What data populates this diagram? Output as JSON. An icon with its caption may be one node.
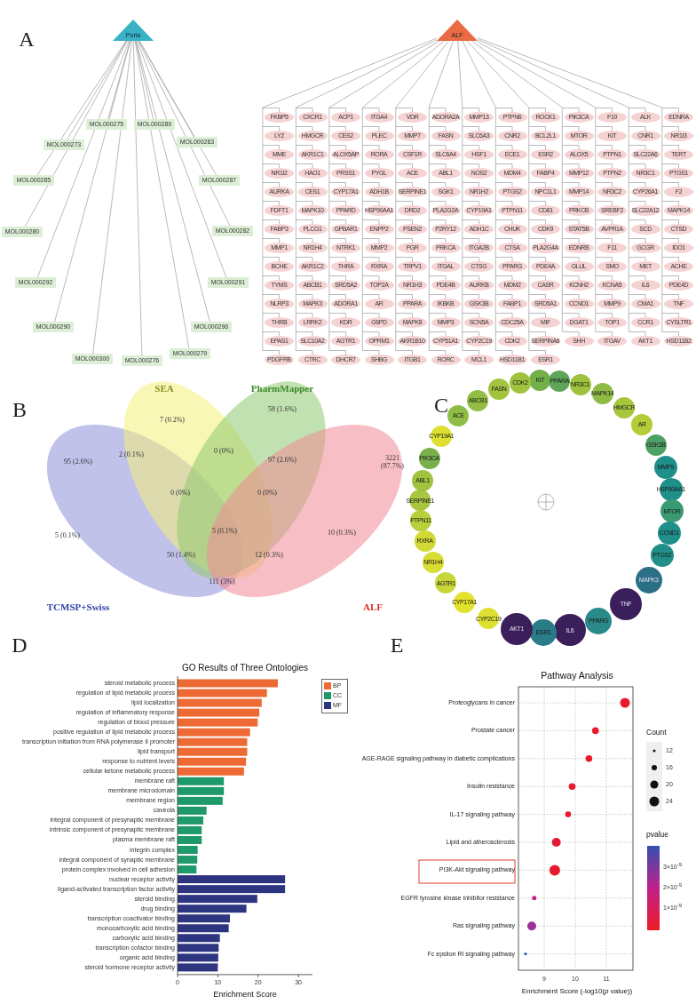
{
  "diagram": {
    "nodes": [
      {
        "text": [
          "Poria"
        ]
      },
      {
        "text": [
          "ALF"
        ]
      },
      {
        "text": [
          "MOL000275"
        ]
      },
      {
        "text": [
          "MOL000289"
        ]
      },
      {
        "text": [
          "MOL000273"
        ]
      },
      {
        "text": [
          "MOL000283"
        ]
      },
      {
        "text": [
          "MOL000285"
        ]
      },
      {
        "text": [
          "MOL000287"
        ]
      },
      {
        "text": [
          "MOL000280"
        ]
      },
      {
        "text": [
          "MOL000282"
        ]
      },
      {
        "text": [
          "MOL000292"
        ]
      },
      {
        "text": [
          "MOL000291"
        ]
      },
      {
        "text": [
          "MOL000290"
        ]
      },
      {
        "text": [
          "MOL000296"
        ]
      },
      {
        "text": [
          "MOL000300"
        ]
      },
      {
        "text": [
          "MOL000276"
        ]
      },
      {
        "text": [
          "MOL000279"
        ]
      },
      {
        "text": [
          "FKBP5"
        ]
      },
      {
        "text": [
          "CXCR1"
        ]
      },
      {
        "text": [
          "ACP1"
        ]
      },
      {
        "text": [
          "ITGA4"
        ]
      },
      {
        "text": [
          "VDR"
        ]
      },
      {
        "text": [
          "ADORA2A"
        ]
      },
      {
        "text": [
          "MMP13"
        ]
      },
      {
        "text": [
          "PTPN6"
        ]
      },
      {
        "text": [
          "ROCK1"
        ]
      },
      {
        "text": [
          "PIK3CA"
        ]
      },
      {
        "text": [
          "F10"
        ]
      },
      {
        "text": [
          "ALK"
        ]
      },
      {
        "text": [
          "EDNRA"
        ]
      },
      {
        "text": [
          "LYZ"
        ]
      },
      {
        "text": [
          "HMGCR"
        ]
      },
      {
        "text": [
          "CES2"
        ]
      },
      {
        "text": [
          "PLEC"
        ]
      },
      {
        "text": [
          "MMP7"
        ]
      },
      {
        "text": [
          "FASN"
        ]
      },
      {
        "text": [
          "SLC6A3"
        ]
      },
      {
        "text": [
          "CNR2"
        ]
      },
      {
        "text": [
          "BCL2L1"
        ]
      },
      {
        "text": [
          "MTOR"
        ]
      },
      {
        "text": [
          "KIT"
        ]
      },
      {
        "text": [
          "CNR1"
        ]
      },
      {
        "text": [
          "NR1I3"
        ]
      },
      {
        "text": [
          "MME"
        ]
      },
      {
        "text": [
          "AKR1C1"
        ]
      },
      {
        "text": [
          "ALOX5AP"
        ]
      },
      {
        "text": [
          "RORA"
        ]
      },
      {
        "text": [
          "CSF1R"
        ]
      },
      {
        "text": [
          "SLC6A4"
        ]
      },
      {
        "text": [
          "HSF1"
        ]
      },
      {
        "text": [
          "ECE1"
        ]
      },
      {
        "text": [
          "ESR2"
        ]
      },
      {
        "text": [
          "ALOX5"
        ]
      },
      {
        "text": [
          "PTPN1"
        ]
      },
      {
        "text": [
          "SLC22A6"
        ]
      },
      {
        "text": [
          "TERT"
        ]
      },
      {
        "text": [
          "NR1I2"
        ]
      },
      {
        "text": [
          "HAO1"
        ]
      },
      {
        "text": [
          "PRSS1"
        ]
      },
      {
        "text": [
          "PYGL"
        ]
      },
      {
        "text": [
          "ACE"
        ]
      },
      {
        "text": [
          "ABL1"
        ]
      },
      {
        "text": [
          "NOS2"
        ]
      },
      {
        "text": [
          "MDM4"
        ]
      },
      {
        "text": [
          "FABP4"
        ]
      },
      {
        "text": [
          "MMP12"
        ]
      },
      {
        "text": [
          "PTPN2"
        ]
      },
      {
        "text": [
          "NR3C1"
        ]
      },
      {
        "text": [
          "PTGS1"
        ]
      },
      {
        "text": [
          "AURKA"
        ]
      },
      {
        "text": [
          "CES1"
        ]
      },
      {
        "text": [
          "CYP17A1"
        ]
      },
      {
        "text": [
          "ADH1B"
        ]
      },
      {
        "text": [
          "SERPINE1"
        ]
      },
      {
        "text": [
          "SGK1"
        ]
      },
      {
        "text": [
          "NR1H2"
        ]
      },
      {
        "text": [
          "PTGS2"
        ]
      },
      {
        "text": [
          "NPC1L1"
        ]
      },
      {
        "text": [
          "MMP14"
        ]
      },
      {
        "text": [
          "NR3C2"
        ]
      },
      {
        "text": [
          "CYP26A1"
        ]
      },
      {
        "text": [
          "F2"
        ]
      },
      {
        "text": [
          "FDFT1"
        ]
      },
      {
        "text": [
          "MAPK10"
        ]
      },
      {
        "text": [
          "PPARD"
        ]
      },
      {
        "text": [
          "HSP90AA1"
        ]
      },
      {
        "text": [
          "DRD2"
        ]
      },
      {
        "text": [
          "PLA2G2A"
        ]
      },
      {
        "text": [
          "CYP19A1"
        ]
      },
      {
        "text": [
          "PTPN11"
        ]
      },
      {
        "text": [
          "CD81"
        ]
      },
      {
        "text": [
          "PRKCB"
        ]
      },
      {
        "text": [
          "SREBF2"
        ]
      },
      {
        "text": [
          "SLC22A12"
        ]
      },
      {
        "text": [
          "MAPK14"
        ]
      },
      {
        "text": [
          "FABP3"
        ]
      },
      {
        "text": [
          "PLCG1"
        ]
      },
      {
        "text": [
          "GPBAR1"
        ]
      },
      {
        "text": [
          "ENPP2"
        ]
      },
      {
        "text": [
          "PSEN2"
        ]
      },
      {
        "text": [
          "P2RY12"
        ]
      },
      {
        "text": [
          "ADH1C"
        ]
      },
      {
        "text": [
          "CHUK"
        ]
      },
      {
        "text": [
          "CDK9"
        ]
      },
      {
        "text": [
          "STAT5B"
        ]
      },
      {
        "text": [
          "AVPR1A"
        ]
      },
      {
        "text": [
          "SCD"
        ]
      },
      {
        "text": [
          "CTSD"
        ]
      },
      {
        "text": [
          "MMP1"
        ]
      },
      {
        "text": [
          "NR1H4"
        ]
      },
      {
        "text": [
          "NTRK1"
        ]
      },
      {
        "text": [
          "MMP2"
        ]
      },
      {
        "text": [
          "PGR"
        ]
      },
      {
        "text": [
          "PRKCA"
        ]
      },
      {
        "text": [
          "ITGA2B"
        ]
      },
      {
        "text": [
          "CTSA"
        ]
      },
      {
        "text": [
          "PLA2G4A"
        ]
      },
      {
        "text": [
          "EDNRB"
        ]
      },
      {
        "text": [
          "F11"
        ]
      },
      {
        "text": [
          "GCGR"
        ]
      },
      {
        "text": [
          "IDO1"
        ]
      },
      {
        "text": [
          "BCHE"
        ]
      },
      {
        "text": [
          "AKR1C2"
        ]
      },
      {
        "text": [
          "THRA"
        ]
      },
      {
        "text": [
          "RXRA"
        ]
      },
      {
        "text": [
          "TRPV1"
        ]
      },
      {
        "text": [
          "ITGAL"
        ]
      },
      {
        "text": [
          "CTSG"
        ]
      },
      {
        "text": [
          "PPARG"
        ]
      },
      {
        "text": [
          "PDE4A"
        ]
      },
      {
        "text": [
          "GLUL"
        ]
      },
      {
        "text": [
          "SMO"
        ]
      },
      {
        "text": [
          "MET"
        ]
      },
      {
        "text": [
          "ACHE"
        ]
      },
      {
        "text": [
          "TYMS"
        ]
      },
      {
        "text": [
          "ABCB1"
        ]
      },
      {
        "text": [
          "SRD5A2"
        ]
      },
      {
        "text": [
          "TOP2A"
        ]
      },
      {
        "text": [
          "NR1H3"
        ]
      },
      {
        "text": [
          "PDE4B"
        ]
      },
      {
        "text": [
          "AURKB"
        ]
      },
      {
        "text": [
          "MDM2"
        ]
      },
      {
        "text": [
          "CASR"
        ]
      },
      {
        "text": [
          "KCNH2"
        ]
      },
      {
        "text": [
          "KCNA5"
        ]
      },
      {
        "text": [
          "IL6"
        ]
      },
      {
        "text": [
          "PDE4D"
        ]
      },
      {
        "text": [
          "NLRP3"
        ]
      },
      {
        "text": [
          "MAPK3"
        ]
      },
      {
        "text": [
          "ADORA1"
        ]
      },
      {
        "text": [
          "AR"
        ]
      },
      {
        "text": [
          "PPARA"
        ]
      },
      {
        "text": [
          "IKBKB"
        ]
      },
      {
        "text": [
          "GSK3B"
        ]
      },
      {
        "text": [
          "FABP1"
        ]
      },
      {
        "text": [
          "SRD5A1"
        ]
      },
      {
        "text": [
          "CCND1"
        ]
      },
      {
        "text": [
          "MMP9"
        ]
      },
      {
        "text": [
          "CMA1"
        ]
      },
      {
        "text": [
          "TNF"
        ]
      },
      {
        "text": [
          "THRB"
        ]
      },
      {
        "text": [
          "LRRK2"
        ]
      },
      {
        "text": [
          "KDR"
        ]
      },
      {
        "text": [
          "G6PD"
        ]
      },
      {
        "text": [
          "MAPK8"
        ]
      },
      {
        "text": [
          "MMP3"
        ]
      },
      {
        "text": [
          "SCN5A"
        ]
      },
      {
        "text": [
          "CDC25A"
        ]
      },
      {
        "text": [
          "MIF"
        ]
      },
      {
        "text": [
          "DGAT1"
        ]
      },
      {
        "text": [
          "TOP1"
        ]
      },
      {
        "text": [
          "CCR1"
        ]
      },
      {
        "text": [
          "CYSLTR1"
        ]
      },
      {
        "text": [
          "EPAS1"
        ]
      },
      {
        "text": [
          "SLC10A2"
        ]
      },
      {
        "text": [
          "AGTR1"
        ]
      },
      {
        "text": [
          "OPRM1"
        ]
      },
      {
        "text": [
          "AKR1B10"
        ]
      },
      {
        "text": [
          "CYP51A1"
        ]
      },
      {
        "text": [
          "CYP2C19"
        ]
      },
      {
        "text": [
          "CDK2"
        ]
      },
      {
        "text": [
          "SERPINA6"
        ]
      },
      {
        "text": [
          "SHH"
        ]
      },
      {
        "text": [
          "ITGAV"
        ]
      },
      {
        "text": [
          "AKT1"
        ]
      },
      {
        "text": [
          "HSD11B2"
        ]
      },
      {
        "text": [
          "PDGFRB"
        ]
      },
      {
        "text": [
          "CTRC"
        ]
      },
      {
        "text": [
          "DHCR7"
        ]
      },
      {
        "text": [
          "SHBG"
        ]
      },
      {
        "text": [
          "ITGB1"
        ]
      },
      {
        "text": [
          "RORC"
        ]
      },
      {
        "text": [
          "MCL1"
        ]
      },
      {
        "text": [
          "HSD11B1"
        ]
      },
      {
        "text": [
          "ESR1"
        ]
      },
      {
        "text": [
          "KIT"
        ]
      },
      {
        "text": [
          "PPARA"
        ]
      },
      {
        "text": [
          "NR3C1"
        ]
      },
      {
        "text": [
          "MAPK14"
        ]
      },
      {
        "text": [
          "HMGCR"
        ]
      },
      {
        "text": [
          "AR"
        ]
      },
      {
        "text": [
          "GSK3B"
        ]
      },
      {
        "text": [
          "MMP9"
        ]
      },
      {
        "text": [
          "HSP90AA1"
        ]
      },
      {
        "text": [
          "MTOR"
        ]
      },
      {
        "text": [
          "CCND1"
        ]
      },
      {
        "text": [
          "PTGS2"
        ]
      },
      {
        "text": [
          "MAPK3"
        ]
      },
      {
        "text": [
          "TNF"
        ]
      },
      {
        "text": [
          "PPARG"
        ]
      },
      {
        "text": [
          "IL6"
        ]
      },
      {
        "text": [
          "ESR1"
        ]
      },
      {
        "text": [
          "AKT1"
        ]
      },
      {
        "text": [
          "CYP2C19"
        ]
      },
      {
        "text": [
          "CYP17A1"
        ]
      },
      {
        "text": [
          "AGTR1"
        ]
      },
      {
        "text": [
          "NR1H4"
        ]
      },
      {
        "text": [
          "RXRA"
        ]
      },
      {
        "text": [
          "PTPN11"
        ]
      },
      {
        "text": [
          "SERPINE1"
        ]
      },
      {
        "text": [
          "ABL1"
        ]
      },
      {
        "text": [
          "PIK3CA"
        ]
      },
      {
        "text": [
          "CYP19A1"
        ]
      },
      {
        "text": [
          "ACE"
        ]
      },
      {
        "text": [
          "ABCB1"
        ]
      },
      {
        "text": [
          "FASN"
        ]
      },
      {
        "text": [
          "CDK2"
        ]
      }
    ],
    "edges": [
      {
        "from": 0,
        "to": 2,
        "arrow": "none"
      },
      {
        "from": 0,
        "to": 3,
        "arrow": "none"
      },
      {
        "from": 0,
        "to": 4,
        "arrow": "none"
      },
      {
        "from": 0,
        "to": 5,
        "arrow": "none"
      },
      {
        "from": 0,
        "to": 6,
        "arrow": "none"
      },
      {
        "from": 0,
        "to": 7,
        "arrow": "none"
      },
      {
        "from": 0,
        "to": 8,
        "arrow": "none"
      },
      {
        "from": 0,
        "to": 9,
        "arrow": "none"
      },
      {
        "from": 0,
        "to": 10,
        "arrow": "none"
      },
      {
        "from": 0,
        "to": 11,
        "arrow": "none"
      },
      {
        "from": 0,
        "to": 12,
        "arrow": "none"
      },
      {
        "from": 0,
        "to": 13,
        "arrow": "none"
      },
      {
        "from": 0,
        "to": 14,
        "arrow": "none"
      },
      {
        "from": 0,
        "to": 15,
        "arrow": "none"
      },
      {
        "from": 0,
        "to": 16,
        "arrow": "none"
      },
      {
        "from": 1,
        "to": 17,
        "arrow": "none"
      },
      {
        "from": 1,
        "to": 18,
        "arrow": "none"
      },
      {
        "from": 1,
        "to": 19,
        "arrow": "none"
      },
      {
        "from": 1,
        "to": 20,
        "arrow": "none"
      },
      {
        "from": 1,
        "to": 21,
        "arrow": "none"
      },
      {
        "from": 1,
        "to": 22,
        "arrow": "none"
      },
      {
        "from": 1,
        "to": 23,
        "arrow": "none"
      },
      {
        "from": 1,
        "to": 24,
        "arrow": "none"
      },
      {
        "from": 1,
        "to": 25,
        "arrow": "none"
      },
      {
        "from": 1,
        "to": 26,
        "arrow": "none"
      },
      {
        "from": 1,
        "to": 27,
        "arrow": "none"
      },
      {
        "from": 1,
        "to": 28,
        "arrow": "none"
      },
      {
        "from": 1,
        "to": 29,
        "arrow": "none"
      },
      {
        "from": 1,
        "to": 30,
        "arrow": "none"
      },
      {
        "from": 1,
        "to": 31,
        "arrow": "none"
      },
      {
        "from": 1,
        "to": 32,
        "arrow": "none"
      },
      {
        "from": 1,
        "to": 33,
        "arrow": "none"
      },
      {
        "from": 1,
        "to": 34,
        "arrow": "none"
      },
      {
        "from": 1,
        "to": 35,
        "arrow": "none"
      },
      {
        "from": 1,
        "to": 36,
        "arrow": "none"
      },
      {
        "from": 1,
        "to": 37,
        "arrow": "none"
      },
      {
        "from": 1,
        "to": 38,
        "arrow": "none"
      },
      {
        "from": 1,
        "to": 39,
        "arrow": "none"
      },
      {
        "from": 1,
        "to": 40,
        "arrow": "none"
      },
      {
        "from": 1,
        "to": 41,
        "arrow": "none"
      },
      {
        "from": 1,
        "to": 42,
        "arrow": "none"
      },
      {
        "from": 1,
        "to": 43,
        "arrow": "none"
      },
      {
        "from": 1,
        "to": 44,
        "arrow": "none"
      },
      {
        "from": 1,
        "to": 45,
        "arrow": "none"
      },
      {
        "from": 1,
        "to": 46,
        "arrow": "none"
      },
      {
        "from": 1,
        "to": 47,
        "arrow": "none"
      },
      {
        "from": 1,
        "to": 48,
        "arrow": "none"
      },
      {
        "from": 1,
        "to": 49,
        "arrow": "none"
      },
      {
        "from": 1,
        "to": 50,
        "arrow": "none"
      },
      {
        "from": 1,
        "to": 51,
        "arrow": "none"
      },
      {
        "from": 1,
        "to": 52,
        "arrow": "none"
      },
      {
        "from": 1,
        "to": 53,
        "arrow": "none"
      },
      {
        "from": 1,
        "to": 54,
        "arrow": "none"
      },
      {
        "from": 1,
        "to": 55,
        "arrow": "none"
      },
      {
        "from": 1,
        "to": 56,
        "arrow": "none"
      },
      {
        "from": 1,
        "to": 57,
        "arrow": "none"
      },
      {
        "from": 1,
        "to": 58,
        "arrow": "none"
      },
      {
        "from": 1,
        "to": 59,
        "arrow": "none"
      },
      {
        "from": 1,
        "to": 60,
        "arrow": "none"
      },
      {
        "from": 1,
        "to": 61,
        "arrow": "none"
      },
      {
        "from": 1,
        "to": 62,
        "arrow": "none"
      },
      {
        "from": 1,
        "to": 63,
        "arrow": "none"
      },
      {
        "from": 1,
        "to": 64,
        "arrow": "none"
      },
      {
        "from": 1,
        "to": 65,
        "arrow": "none"
      },
      {
        "from": 1,
        "to": 66,
        "arrow": "none"
      },
      {
        "from": 1,
        "to": 67,
        "arrow": "none"
      },
      {
        "from": 1,
        "to": 68,
        "arrow": "none"
      },
      {
        "from": 1,
        "to": 69,
        "arrow": "none"
      },
      {
        "from": 1,
        "to": 70,
        "arrow": "none"
      },
      {
        "from": 1,
        "to": 71,
        "arrow": "none"
      },
      {
        "from": 1,
        "to": 72,
        "arrow": "none"
      },
      {
        "from": 1,
        "to": 73,
        "arrow": "none"
      },
      {
        "from": 1,
        "to": 74,
        "arrow": "none"
      },
      {
        "from": 1,
        "to": 75,
        "arrow": "none"
      },
      {
        "from": 1,
        "to": 76,
        "arrow": "none"
      },
      {
        "from": 1,
        "to": 77,
        "arrow": "none"
      },
      {
        "from": 1,
        "to": 78,
        "arrow": "none"
      },
      {
        "from": 1,
        "to": 79,
        "arrow": "none"
      },
      {
        "from": 1,
        "to": 80,
        "arrow": "none"
      },
      {
        "from": 1,
        "to": 81,
        "arrow": "none"
      },
      {
        "from": 1,
        "to": 82,
        "arrow": "none"
      },
      {
        "from": 1,
        "to": 83,
        "arrow": "none"
      },
      {
        "from": 1,
        "to": 84,
        "arrow": "none"
      },
      {
        "from": 1,
        "to": 85,
        "arrow": "none"
      },
      {
        "from": 1,
        "to": 86,
        "arrow": "none"
      },
      {
        "from": 1,
        "to": 87,
        "arrow": "none"
      },
      {
        "from": 1,
        "to": 88,
        "arrow": "none"
      },
      {
        "from": 1,
        "to": 89,
        "arrow": "none"
      },
      {
        "from": 1,
        "to": 90,
        "arrow": "none"
      },
      {
        "from": 1,
        "to": 91,
        "arrow": "none"
      },
      {
        "from": 1,
        "to": 92,
        "arrow": "none"
      },
      {
        "from": 1,
        "to": 93,
        "arrow": "none"
      },
      {
        "from": 1,
        "to": 94,
        "arrow": "none"
      },
      {
        "from": 1,
        "to": 95,
        "arrow": "none"
      },
      {
        "from": 1,
        "to": 96,
        "arrow": "none"
      },
      {
        "from": 1,
        "to": 97,
        "arrow": "none"
      },
      {
        "from": 1,
        "to": 98,
        "arrow": "none"
      },
      {
        "from": 1,
        "to": 99,
        "arrow": "none"
      },
      {
        "from": 1,
        "to": 100,
        "arrow": "none"
      },
      {
        "from": 1,
        "to": 101,
        "arrow": "none"
      },
      {
        "from": 1,
        "to": 102,
        "arrow": "none"
      },
      {
        "from": 1,
        "to": 103,
        "arrow": "none"
      },
      {
        "from": 1,
        "to": 104,
        "arrow": "none"
      },
      {
        "from": 1,
        "to": 105,
        "arrow": "none"
      },
      {
        "from": 1,
        "to": 106,
        "arrow": "none"
      },
      {
        "from": 1,
        "to": 107,
        "arrow": "none"
      },
      {
        "from": 1,
        "to": 108,
        "arrow": "none"
      },
      {
        "from": 1,
        "to": 109,
        "arrow": "none"
      },
      {
        "from": 1,
        "to": 110,
        "arrow": "none"
      },
      {
        "from": 1,
        "to": 111,
        "arrow": "none"
      },
      {
        "from": 1,
        "to": 112,
        "arrow": "none"
      },
      {
        "from": 1,
        "to": 113,
        "arrow": "none"
      },
      {
        "from": 1,
        "to": 114,
        "arrow": "none"
      },
      {
        "from": 1,
        "to": 115,
        "arrow": "none"
      },
      {
        "from": 1,
        "to": 116,
        "arrow": "none"
      },
      {
        "from": 1,
        "to": 117,
        "arrow": "none"
      },
      {
        "from": 1,
        "to": 118,
        "arrow": "none"
      },
      {
        "from": 1,
        "to": 119,
        "arrow": "none"
      },
      {
        "from": 1,
        "to": 120,
        "arrow": "none"
      },
      {
        "from": 1,
        "to": 121,
        "arrow": "none"
      },
      {
        "from": 1,
        "to": 122,
        "arrow": "none"
      },
      {
        "from": 1,
        "to": 123,
        "arrow": "none"
      },
      {
        "from": 1,
        "to": 124,
        "arrow": "none"
      },
      {
        "from": 1,
        "to": 125,
        "arrow": "none"
      },
      {
        "from": 1,
        "to": 126,
        "arrow": "none"
      },
      {
        "from": 1,
        "to": 127,
        "arrow": "none"
      },
      {
        "from": 1,
        "to": 128,
        "arrow": "none"
      },
      {
        "from": 1,
        "to": 129,
        "arrow": "none"
      },
      {
        "from": 1,
        "to": 130,
        "arrow": "none"
      },
      {
        "from": 1,
        "to": 131,
        "arrow": "none"
      },
      {
        "from": 1,
        "to": 132,
        "arrow": "none"
      },
      {
        "from": 1,
        "to": 133,
        "arrow": "none"
      },
      {
        "from": 1,
        "to": 134,
        "arrow": "none"
      },
      {
        "from": 1,
        "to": 135,
        "arrow": "none"
      },
      {
        "from": 1,
        "to": 136,
        "arrow": "none"
      },
      {
        "from": 1,
        "to": 137,
        "arrow": "none"
      },
      {
        "from": 1,
        "to": 138,
        "arrow": "none"
      },
      {
        "from": 1,
        "to": 139,
        "arrow": "none"
      },
      {
        "from": 1,
        "to": 140,
        "arrow": "none"
      },
      {
        "from": 1,
        "to": 141,
        "arrow": "none"
      },
      {
        "from": 1,
        "to": 142,
        "arrow": "none"
      },
      {
        "from": 1,
        "to": 143,
        "arrow": "none"
      },
      {
        "from": 1,
        "to": 144,
        "arrow": "none"
      },
      {
        "from": 1,
        "to": 145,
        "arrow": "none"
      },
      {
        "from": 1,
        "to": 146,
        "arrow": "none"
      },
      {
        "from": 1,
        "to": 147,
        "arrow": "none"
      },
      {
        "from": 1,
        "to": 148,
        "arrow": "none"
      },
      {
        "from": 1,
        "to": 149,
        "arrow": "none"
      },
      {
        "from": 1,
        "to": 150,
        "arrow": "none"
      },
      {
        "from": 1,
        "to": 151,
        "arrow": "none"
      },
      {
        "from": 1,
        "to": 152,
        "arrow": "none"
      },
      {
        "from": 1,
        "to": 153,
        "arrow": "none"
      },
      {
        "from": 1,
        "to": 154,
        "arrow": "none"
      },
      {
        "from": 1,
        "to": 155,
        "arrow": "none"
      },
      {
        "from": 1,
        "to": 156,
        "arrow": "none"
      },
      {
        "from": 1,
        "to": 157,
        "arrow": "none"
      },
      {
        "from": 1,
        "to": 158,
        "arrow": "none"
      },
      {
        "from": 1,
        "to": 159,
        "arrow": "none"
      },
      {
        "from": 1,
        "to": 160,
        "arrow": "none"
      },
      {
        "from": 1,
        "to": 161,
        "arrow": "none"
      },
      {
        "from": 1,
        "to": 162,
        "arrow": "none"
      },
      {
        "from": 1,
        "to": 163,
        "arrow": "none"
      },
      {
        "from": 1,
        "to": 164,
        "arrow": "none"
      },
      {
        "from": 1,
        "to": 165,
        "arrow": "none"
      },
      {
        "from": 1,
        "to": 166,
        "arrow": "none"
      },
      {
        "from": 1,
        "to": 167,
        "arrow": "none"
      },
      {
        "from": 1,
        "to": 168,
        "arrow": "none"
      },
      {
        "from": 1,
        "to": 169,
        "arrow": "none"
      },
      {
        "from": 1,
        "to": 170,
        "arrow": "none"
      },
      {
        "from": 1,
        "to": 171,
        "arrow": "none"
      },
      {
        "from": 1,
        "to": 172,
        "arrow": "none"
      },
      {
        "from": 1,
        "to": 173,
        "arrow": "none"
      },
      {
        "from": 1,
        "to": 174,
        "arrow": "none"
      },
      {
        "from": 1,
        "to": 175,
        "arrow": "none"
      },
      {
        "from": 1,
        "to": 176,
        "arrow": "none"
      },
      {
        "from": 1,
        "to": 177,
        "arrow": "none"
      },
      {
        "from": 1,
        "to": 178,
        "arrow": "none"
      },
      {
        "from": 1,
        "to": 179,
        "arrow": "none"
      },
      {
        "from": 1,
        "to": 180,
        "arrow": "none"
      },
      {
        "from": 1,
        "to": 181,
        "arrow": "none"
      },
      {
        "from": 1,
        "to": 182,
        "arrow": "none"
      },
      {
        "from": 1,
        "to": 183,
        "arrow": "none"
      },
      {
        "from": 1,
        "to": 184,
        "arrow": "none"
      },
      {
        "from": 1,
        "to": 185,
        "arrow": "none"
      },
      {
        "from": 1,
        "to": 186,
        "arrow": "none"
      },
      {
        "from": 1,
        "to": 187,
        "arrow": "none"
      },
      {
        "from": 1,
        "to": 188,
        "arrow": "none"
      },
      {
        "from": 1,
        "to": 189,
        "arrow": "none"
      },
      {
        "from": 1,
        "to": 190,
        "arrow": "none"
      },
      {
        "from": 1,
        "to": 191,
        "arrow": "none"
      },
      {
        "from": 1,
        "to": 192,
        "arrow": "none"
      },
      {
        "from": 1,
        "to": 193,
        "arrow": "none"
      },
      {
        "from": 1,
        "to": 194,
        "arrow": "none"
      }
    ],
    "labels": [
      "A",
      "B",
      "SEA",
      "PharmMapper",
      "C",
      "7 (0.2%)",
      "58 (1.6%)",
      "95 (2.6%)",
      "2 (0.1%)",
      "0 (0%)",
      "97 (2.6%)",
      "3221 (87.7%)",
      "0 (0%)",
      "0 (0%)",
      "5 (0.1%)",
      "5 (0.1%)",
      "10 (0.3%)",
      "50 (1.4%)",
      "12 (0.3%)",
      "111 (3%)",
      "TCMSP+Swiss",
      "ALF",
      "D",
      "E",
      "Pathway Analysis",
      "Proteoglycans in cancer",
      "Prostate cancer",
      "AGE-RAGE signaling pathway in diabetic complications",
      "Insulin resistance",
      "IL-17 signaling pathway",
      "Lipid and atherosclerosis",
      "PI3K-Akt signaling pathway",
      "EGFR tyrosine kinase inhibitor resistance",
      "Ras signaling pathway",
      "Fc epsilon RI signaling pathway",
      "9",
      "10",
      "11",
      "Enrichment Score (-log10(*p* value))",
      "Count",
      "pvalue",
      "3×10$^{-9}$",
      "2×10$^{-9}$",
      "1×10$^{-9}$"
    ],
    "legend": [
      {
        "text": "BP",
        "color": "#ee6a35"
      },
      {
        "text": "CC",
        "color": "#1e9a6a"
      },
      {
        "text": "MF",
        "color": "#2e3580"
      },
      {
        "text": "12"
      },
      {
        "text": "16"
      },
      {
        "text": "20"
      },
      {
        "text": "24"
      }
    ],
    "chart_data": {
      "type": "bar",
      "orientation": "horizontal",
      "title": "GO Results of Three Ontologies",
      "xlabel": "Enrichment Score",
      "categories": [
        "steroid metabolic process",
        "regulation of lipid metabolic process",
        "lipid localization",
        "regulation of inflammatory response",
        "regulation of blood pressure",
        "positive regulation of lipid metabolic process",
        "transcription initiation from RNA polymerase II promoter",
        "lipid transport",
        "response to nutrient levels",
        "cellular ketone metabolic process",
        "membrane raft",
        "membrane microdomain",
        "membrane region",
        "caveola",
        "integral component of presynaptic membrane",
        "intrinsic component of presynaptic membrane",
        "plasma membrane raft",
        "integrin complex",
        "integral component of synaptic membrane",
        "protein complex involved in cell adhesion",
        "nuclear receptor activity",
        "ligand-activated transcription factor activity",
        "steroid binding",
        "drug binding",
        "transcription coactivator binding",
        "monocarboxylic acid binding",
        "carboxylic acid binding",
        "transcription cofactor binding",
        "organic acid binding",
        "steroid hormone receptor activity"
      ],
      "series": [
        {
          "color": "#ee6a35",
          "values": [
            24.9,
            22.2,
            20.9,
            20.3,
            19.9,
            18.0,
            17.3,
            17.3,
            17.0,
            16.5,
            null,
            null,
            null,
            null,
            null,
            null,
            null,
            null,
            null,
            null,
            null,
            null,
            null,
            null,
            null,
            null,
            null,
            null,
            null,
            null
          ]
        },
        {
          "color": "#1e9a6a",
          "values": [
            null,
            null,
            null,
            null,
            null,
            null,
            null,
            null,
            null,
            null,
            11.5,
            11.5,
            11.2,
            7.2,
            6.4,
            6.0,
            6.0,
            5.0,
            4.9,
            4.7,
            null,
            null,
            null,
            null,
            null,
            null,
            null,
            null,
            null,
            null
          ]
        },
        {
          "color": "#2e3580",
          "values": [
            null,
            null,
            null,
            null,
            null,
            null,
            null,
            null,
            null,
            null,
            null,
            null,
            null,
            null,
            null,
            null,
            null,
            null,
            null,
            null,
            26.7,
            26.7,
            19.8,
            17.1,
            13.0,
            12.7,
            10.5,
            10.2,
            10.1,
            10.0
          ]
        }
      ],
      "xticks": [
        0,
        10,
        20,
        30
      ],
      "xlim": [
        0,
        33.5
      ]
    }
  }
}
